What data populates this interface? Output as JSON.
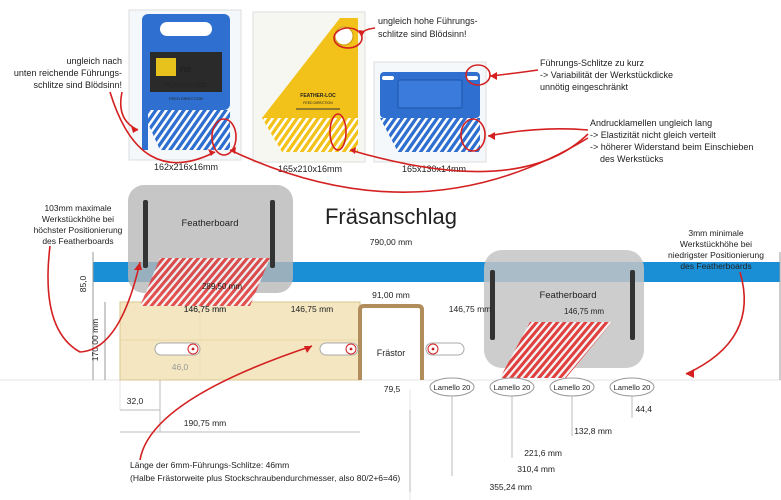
{
  "products": {
    "blue_board": {
      "brand": "ne",
      "name": "FEATHER-LOC",
      "subtitle": "FEED DIRECTION",
      "size": "162x216x16mm"
    },
    "yellow_board": {
      "name": "FEATHER-LOC",
      "subtitle": "FEED DIRECTION",
      "size": "165x210x16mm"
    },
    "small_board": {
      "size": "165x130x14mm"
    }
  },
  "notes": {
    "left": [
      "ungleich nach",
      "unten reichende Führungs-",
      "schlitze sind Blödsinn!"
    ],
    "top": [
      "ungleich hohe Führungs-",
      "schlitze sind Blödsinn!"
    ],
    "right1": [
      "Führungs-Schlitze zu kurz",
      "-> Variabilität der Werkstückdicke",
      "unnötig eingeschränkt"
    ],
    "right2": [
      "Andrucklamellen ungleich lang",
      "-> Elastizität nicht gleich verteilt",
      "-> höherer Widerstand beim Einschieben",
      "des Werkstücks"
    ],
    "max_height": [
      "103mm maximale",
      "Werkstückhöhe bei",
      "höchster Positionierung",
      "des Featherboards"
    ],
    "min_height": [
      "3mm minimale",
      "Werkstückhöhe bei",
      "niedrigster Positionierung",
      "des Featherboards"
    ],
    "slot_length": [
      "Länge der 6mm-Führungs-Schlitze: 46mm",
      "(Halbe Frästorweite plus Stockschraubendurchmesser, also 80/2+6=46)"
    ]
  },
  "drawing": {
    "title": "Fräsanschlag",
    "featherboard_left": "Featherboard",
    "featherboard_right": "Featherboard",
    "frastor": "Frästor",
    "lamellos": [
      "Lamello 20",
      "Lamello 20",
      "Lamello 20",
      "Lamello 20"
    ]
  },
  "dimensions": {
    "total_width": "790,00 mm",
    "d85": "85,0",
    "d170": "170,00 mm",
    "d289": "289,50 mm",
    "d146a": "146,75 mm",
    "d146a_ghost": "146,75 mm",
    "d146b": "146,75 mm",
    "d146c": "146,75 mm",
    "d146c_ghost": "146,75 mm",
    "d91": "91,00 mm",
    "d46": "46,0",
    "d79": "79,5",
    "d32": "32,0",
    "d190": "190,75 mm",
    "d44": "44,4",
    "d132": "132,8 mm",
    "d221": "221,6 mm",
    "d310": "310,4 mm",
    "d355": "355,24 mm"
  },
  "colors": {
    "blue_plastic": "#2f6fd0",
    "yellow_plastic": "#f2c21a",
    "fence_blue": "#1a8fd6",
    "plywood": "#f3e6c0",
    "annotation_red": "#d42020",
    "ghost_grey": "#b8b8b8"
  }
}
